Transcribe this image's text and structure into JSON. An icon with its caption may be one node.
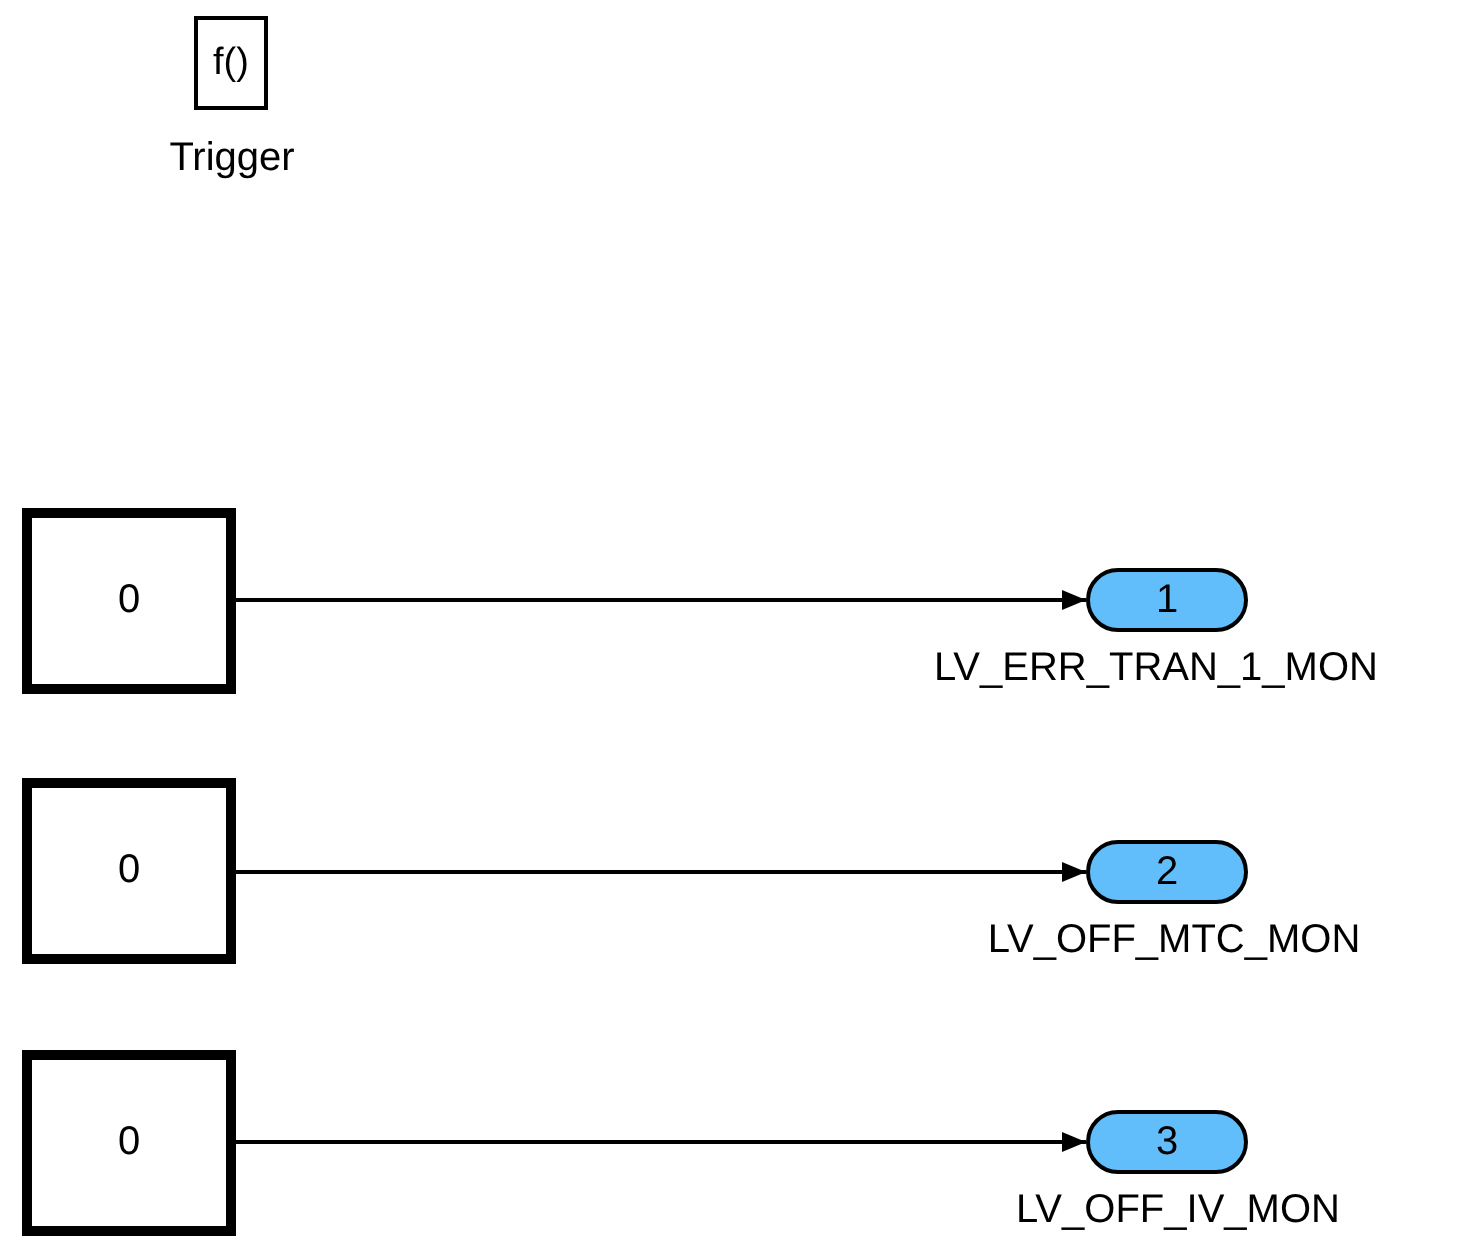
{
  "diagram": {
    "nodes": [
      {
        "text": [
          "f()"
        ],
        "beside": [
          "Trigger"
        ]
      },
      {
        "text": [
          "0"
        ]
      },
      {
        "text": [
          "1"
        ],
        "beside": [
          "LV_ERR_TRAN_1_MON"
        ]
      },
      {
        "text": [
          "0"
        ]
      },
      {
        "text": [
          "2"
        ],
        "beside": [
          "LV_OFF_MTC_MON"
        ]
      },
      {
        "text": [
          "0"
        ]
      },
      {
        "text": [
          "3"
        ],
        "beside": [
          "LV_OFF_IV_MON"
        ]
      }
    ],
    "edges": [
      {
        "from": 1,
        "to": 2,
        "arrow": "to"
      },
      {
        "from": 3,
        "to": 4,
        "arrow": "to"
      },
      {
        "from": 5,
        "to": 6,
        "arrow": "to"
      }
    ]
  }
}
